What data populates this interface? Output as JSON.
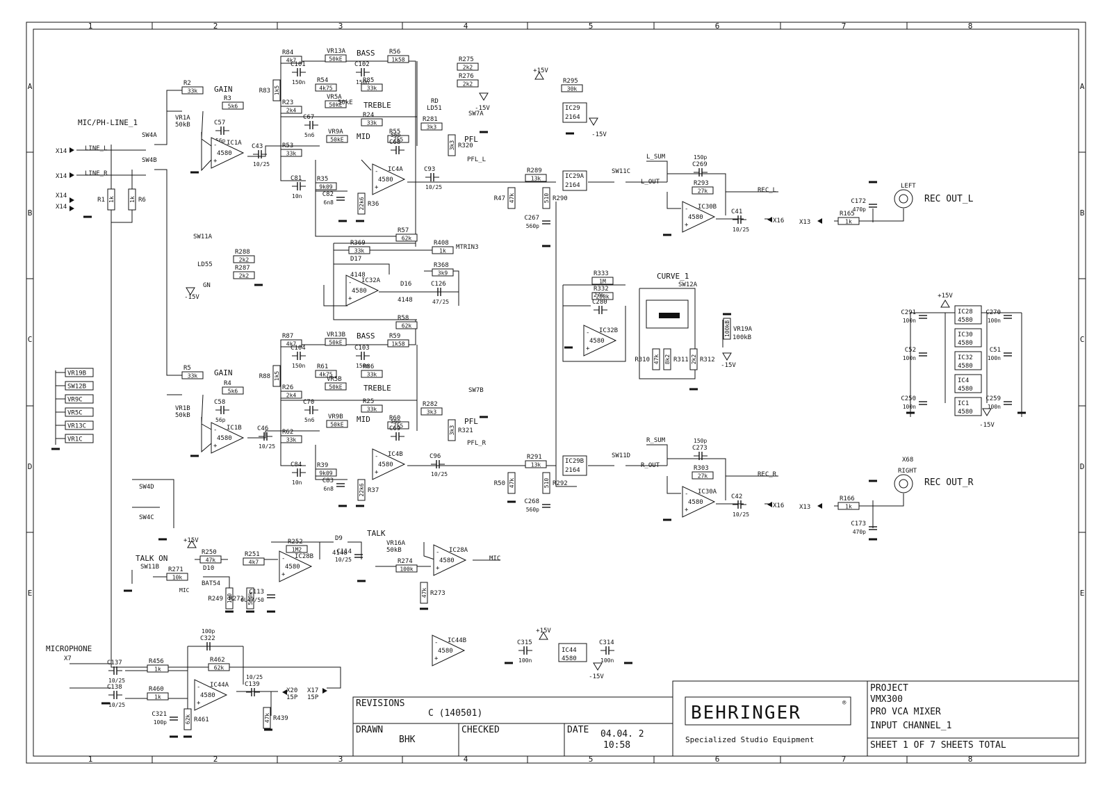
{
  "grid": {
    "columns": [
      "1",
      "2",
      "3",
      "4",
      "5",
      "6",
      "7",
      "8"
    ],
    "rows": [
      "A",
      "B",
      "C",
      "D",
      "E"
    ]
  },
  "title_block": {
    "revisions_label": "REVISIONS",
    "revision": "C (140501)",
    "drawn_label": "DRAWN",
    "drawn_by": "BHK",
    "checked_label": "CHECKED",
    "date_label": "DATE",
    "date": "04.04. 2",
    "time": "10:58",
    "brand": "BEHRINGER",
    "registered": "®",
    "tagline": "Specialized Studio Equipment",
    "project_label": "PROJECT",
    "project_name": "VMX300",
    "product": "PRO VCA MIXER",
    "sheet_title": "INPUT CHANNEL_1",
    "sheet_info": "SHEET 1   OF 7   SHEETS TOTAL"
  },
  "headings": {
    "mic_ph_line": "MIC/PH-LINE_1",
    "bass_top": "BASS",
    "treble_top": "TREBLE",
    "mid_top": "MID",
    "gain_top": "GAIN",
    "bass_bot": "BASS",
    "treble_bot": "TREBLE",
    "mid_bot": "MID",
    "gain_bot": "GAIN",
    "pfl_top": "PFL",
    "pfl_bot": "PFL",
    "curve": "CURVE_1",
    "talk": "TALK",
    "talk_on": "TALK ON",
    "microphone": "MICROPHONE",
    "rec_out_l": "REC OUT_L",
    "rec_out_r": "REC OUT_R",
    "left": "LEFT",
    "right": "RIGHT"
  },
  "nets": {
    "line_l": "LINE_L",
    "line_r": "LINE_R",
    "l_sum": "L_SUM",
    "l_out": "L_OUT",
    "rec_l": "REC_L",
    "r_sum": "R_SUM",
    "r_out": "R_OUT",
    "rec_r": "REC_R",
    "mtrin3": "MTRIN3",
    "pfl_l": "PFL_L",
    "pfl_r": "PFL_R",
    "mic": "MIC",
    "mic2": "MIC",
    "plus15": "+15V",
    "minus15": "-15V"
  },
  "switch_stack": [
    "VR19B",
    "SW12B",
    "VR9C",
    "VR5C",
    "VR13C",
    "VR1C"
  ],
  "components": {
    "R84": "R84",
    "R84v": "4k7",
    "VR13A": "VR13A",
    "VR13Av": "50kE",
    "R56": "R56",
    "R56v": "1k58",
    "C101": "C101",
    "C101v": "150n",
    "C102": "C102",
    "C102v": "150n",
    "R83": "R83",
    "R83v": "1k5",
    "R54": "R54",
    "R54v": "4k75",
    "R85": "R85",
    "R85v": "33k",
    "R2": "R2",
    "R2v": "33k",
    "R3": "R3",
    "R3v": "5k6",
    "VR1A": "VR1A",
    "VR1Av": "50kB",
    "C57": "C57",
    "C57v": "56p",
    "R23": "R23",
    "R23v": "2k4",
    "VR5A": "VR5A",
    "VR5Av": "50kE",
    "C67": "C67",
    "C67v": "5n6",
    "R24": "R24",
    "R24v": "33k",
    "R55": "R55",
    "R55v": "7k5",
    "R53": "R53",
    "R53v": "33k",
    "VR9A": "VR9A",
    "VR9Av": "50kE",
    "C68": "C68",
    "C68v": "56p",
    "IC1A": "IC1A",
    "IC1Av": "4580",
    "C43": "C43",
    "C43v": "10/25",
    "IC4A": "IC4A",
    "IC4Av": "4580",
    "C81": "C81",
    "C81v": "10n",
    "R35": "R35",
    "R35v": "9k09",
    "C82": "C82",
    "C82v": "6n8",
    "R36": "R36",
    "R36v": "22k6",
    "C93": "C93",
    "C93v": "10/25",
    "R1": "R1",
    "R1v": "1k",
    "R6": "R6",
    "R6v": "1k",
    "SW4A": "SW4A",
    "SW4B": "SW4B",
    "X14": "X14",
    "X14b": "X14",
    "X14c": "X14",
    "X14d": "X14",
    "R275": "R275",
    "R275v": "2k2",
    "R276": "R276",
    "R276v": "2k2",
    "RD": "RD",
    "LD51": "LD51",
    "SW7A": "SW7A",
    "R281": "R281",
    "R281v": "3k3",
    "R320": "R320",
    "R320v": "3k3",
    "R295": "R295",
    "R295v": "30k",
    "IC29": "IC29",
    "IC29v": "2164",
    "R289": "R289",
    "R289v": "13k",
    "IC29A": "IC29A",
    "IC29Av": "2164",
    "R47": "R47",
    "R47v": "47k",
    "R290": "R290",
    "R290v": "510",
    "C267": "C267",
    "C267v": "560p",
    "SW11C": "SW11C",
    "C269": "C269",
    "C269v": "150p",
    "R293": "R293",
    "R293v": "27k",
    "IC30B": "IC30B",
    "IC30Bv": "4580",
    "C41": "C41",
    "C41v": "10/25",
    "X16": "X16",
    "C172": "C172",
    "C172v": "470p",
    "R165": "R165",
    "R165v": "1k",
    "X13": "X13",
    "SW11A": "SW11A",
    "R288": "R288",
    "R288v": "2k2",
    "R287": "R287",
    "R287v": "2k2",
    "LD55": "LD55",
    "LD55c": "GN",
    "R57": "R57",
    "R57v": "62k",
    "R369": "R369",
    "R369v": "33k",
    "R408": "R408",
    "R408v": "1k",
    "D17": "D17",
    "D17v": "4148",
    "R368": "R368",
    "R368v": "3k9",
    "IC32A": "IC32A",
    "IC32Av": "4580",
    "D16": "D16",
    "D16v": "4148",
    "C126": "C126",
    "C126v": "47/25",
    "R58": "R58",
    "R58v": "62k",
    "R333": "R333",
    "R333v": "1M",
    "R332": "R332",
    "R332v": "200k",
    "C280": "C280",
    "C280v": "27n",
    "IC32B": "IC32B",
    "IC32Bv": "4580",
    "SW12A": "SW12A",
    "VR19A": "VR19A",
    "VR19Av": "100kB",
    "R310": "R310",
    "R310v": "47k",
    "R311": "R311",
    "R311v": "8k2",
    "R312": "R312",
    "R312v": "2k2",
    "R87": "R87",
    "R87v": "4k7",
    "VR13B": "VR13B",
    "VR13Bv": "50kE",
    "R59": "R59",
    "R59v": "1k58",
    "C104": "C104",
    "C104v": "150n",
    "C103": "C103",
    "C103v": "150n",
    "R88": "R88",
    "R88v": "1k5",
    "R61": "R61",
    "R61v": "4k75",
    "R86": "R86",
    "R86v": "33k",
    "R5": "R5",
    "R5v": "33k",
    "R4": "R4",
    "R4v": "5k6",
    "VR1B": "VR1B",
    "VR1Bv": "50kB",
    "C58": "C58",
    "C58v": "56p",
    "R26": "R26",
    "R26v": "2k4",
    "VR5B": "VR5B",
    "VR5Bv": "50kE",
    "C70": "C70",
    "C70v": "5n6",
    "R25": "R25",
    "R25v": "33k",
    "R60": "R60",
    "R60v": "7k5",
    "R62": "R62",
    "R62v": "33k",
    "VR9B": "VR9B",
    "VR9Bv": "50kE",
    "C69": "C69",
    "C69v": "56p",
    "IC1B": "IC1B",
    "IC1Bv": "4580",
    "C46": "C46",
    "C46v": "10/25",
    "IC4B": "IC4B",
    "IC4Bv": "4580",
    "C84": "C84",
    "C84v": "10n",
    "R39": "R39",
    "R39v": "9k09",
    "C83": "C83",
    "C83v": "6n8",
    "R37": "R37",
    "R37v": "22k6",
    "C96": "C96",
    "C96v": "10/25",
    "SW7B": "SW7B",
    "R282": "R282",
    "R282v": "3k3",
    "R321": "R321",
    "R321v": "3k3",
    "R291": "R291",
    "R291v": "13k",
    "IC29B": "IC29B",
    "IC29Bv": "2164",
    "R50": "R50",
    "R50v": "47k",
    "R292": "R292",
    "R292v": "510",
    "C268": "C268",
    "C268v": "560p",
    "SW11D": "SW11D",
    "C273": "C273",
    "C273v": "150p",
    "R303": "R303",
    "R303v": "27k",
    "IC30A": "IC30A",
    "IC30Av": "4580",
    "C42": "C42",
    "C42v": "10/25",
    "X68": "X68",
    "R166": "R166",
    "R166v": "1k",
    "C173": "C173",
    "C173v": "470p",
    "SW4D": "SW4D",
    "SW4C": "SW4C",
    "R252": "R252",
    "R252v": "1M2",
    "D9": "D9",
    "D9v": "4148",
    "R250": "R250",
    "R250v": "47k",
    "R251": "R251",
    "R251v": "4k7",
    "IC28B": "IC28B",
    "IC28Bv": "4580",
    "C114": "C114",
    "C114v": "10/25",
    "VR16A": "VR16A",
    "VR16Av": "50kB",
    "IC28A": "IC28A",
    "IC28Av": "4580",
    "SW11B": "SW11B",
    "R271": "R271",
    "R271v": "10k",
    "D10": "D10",
    "D10v": "BAT54",
    "R249": "R249",
    "R249v": "100",
    "R272": "R272",
    "R272v": "560k",
    "C113": "C113",
    "C113v": "0U47/50",
    "R274": "R274",
    "R274v": "100k",
    "R273": "R273",
    "R273v": "47k",
    "C322": "C322",
    "C322v": "100p",
    "R462": "R462",
    "R462v": "62k",
    "C137": "C137",
    "C137v": "10/25",
    "R456": "R456",
    "R456v": "1k",
    "C138": "C138",
    "C138v": "10/25",
    "R460": "R460",
    "R460v": "1k",
    "IC44A": "IC44A",
    "IC44Av": "4580",
    "C139": "C139",
    "C139v": "10/25",
    "X20": "X20",
    "X20v": "15P",
    "X17": "X17",
    "X17v": "15P",
    "R439": "R439",
    "R439v": "47k",
    "C321": "C321",
    "C321v": "100p",
    "R461": "R461",
    "R461v": "62k",
    "X7": "X7",
    "IC44B": "IC44B",
    "IC44Bv": "4580",
    "IC44": "IC44",
    "IC44v": "4580",
    "C315": "C315",
    "C315v": "100n",
    "C314": "C314",
    "C314v": "100n",
    "C291": "C291",
    "C291v": "100n",
    "C270": "C270",
    "C270v": "100n",
    "C52": "C52",
    "C52v": "100n",
    "C51": "C51",
    "C51v": "100n",
    "C250": "C250",
    "C250v": "100n",
    "C259": "C259",
    "C259v": "100n",
    "IC28": "IC28",
    "IC30": "IC30",
    "IC32": "IC32",
    "IC4": "IC4",
    "IC1": "IC1",
    "ICv": "4580"
  }
}
